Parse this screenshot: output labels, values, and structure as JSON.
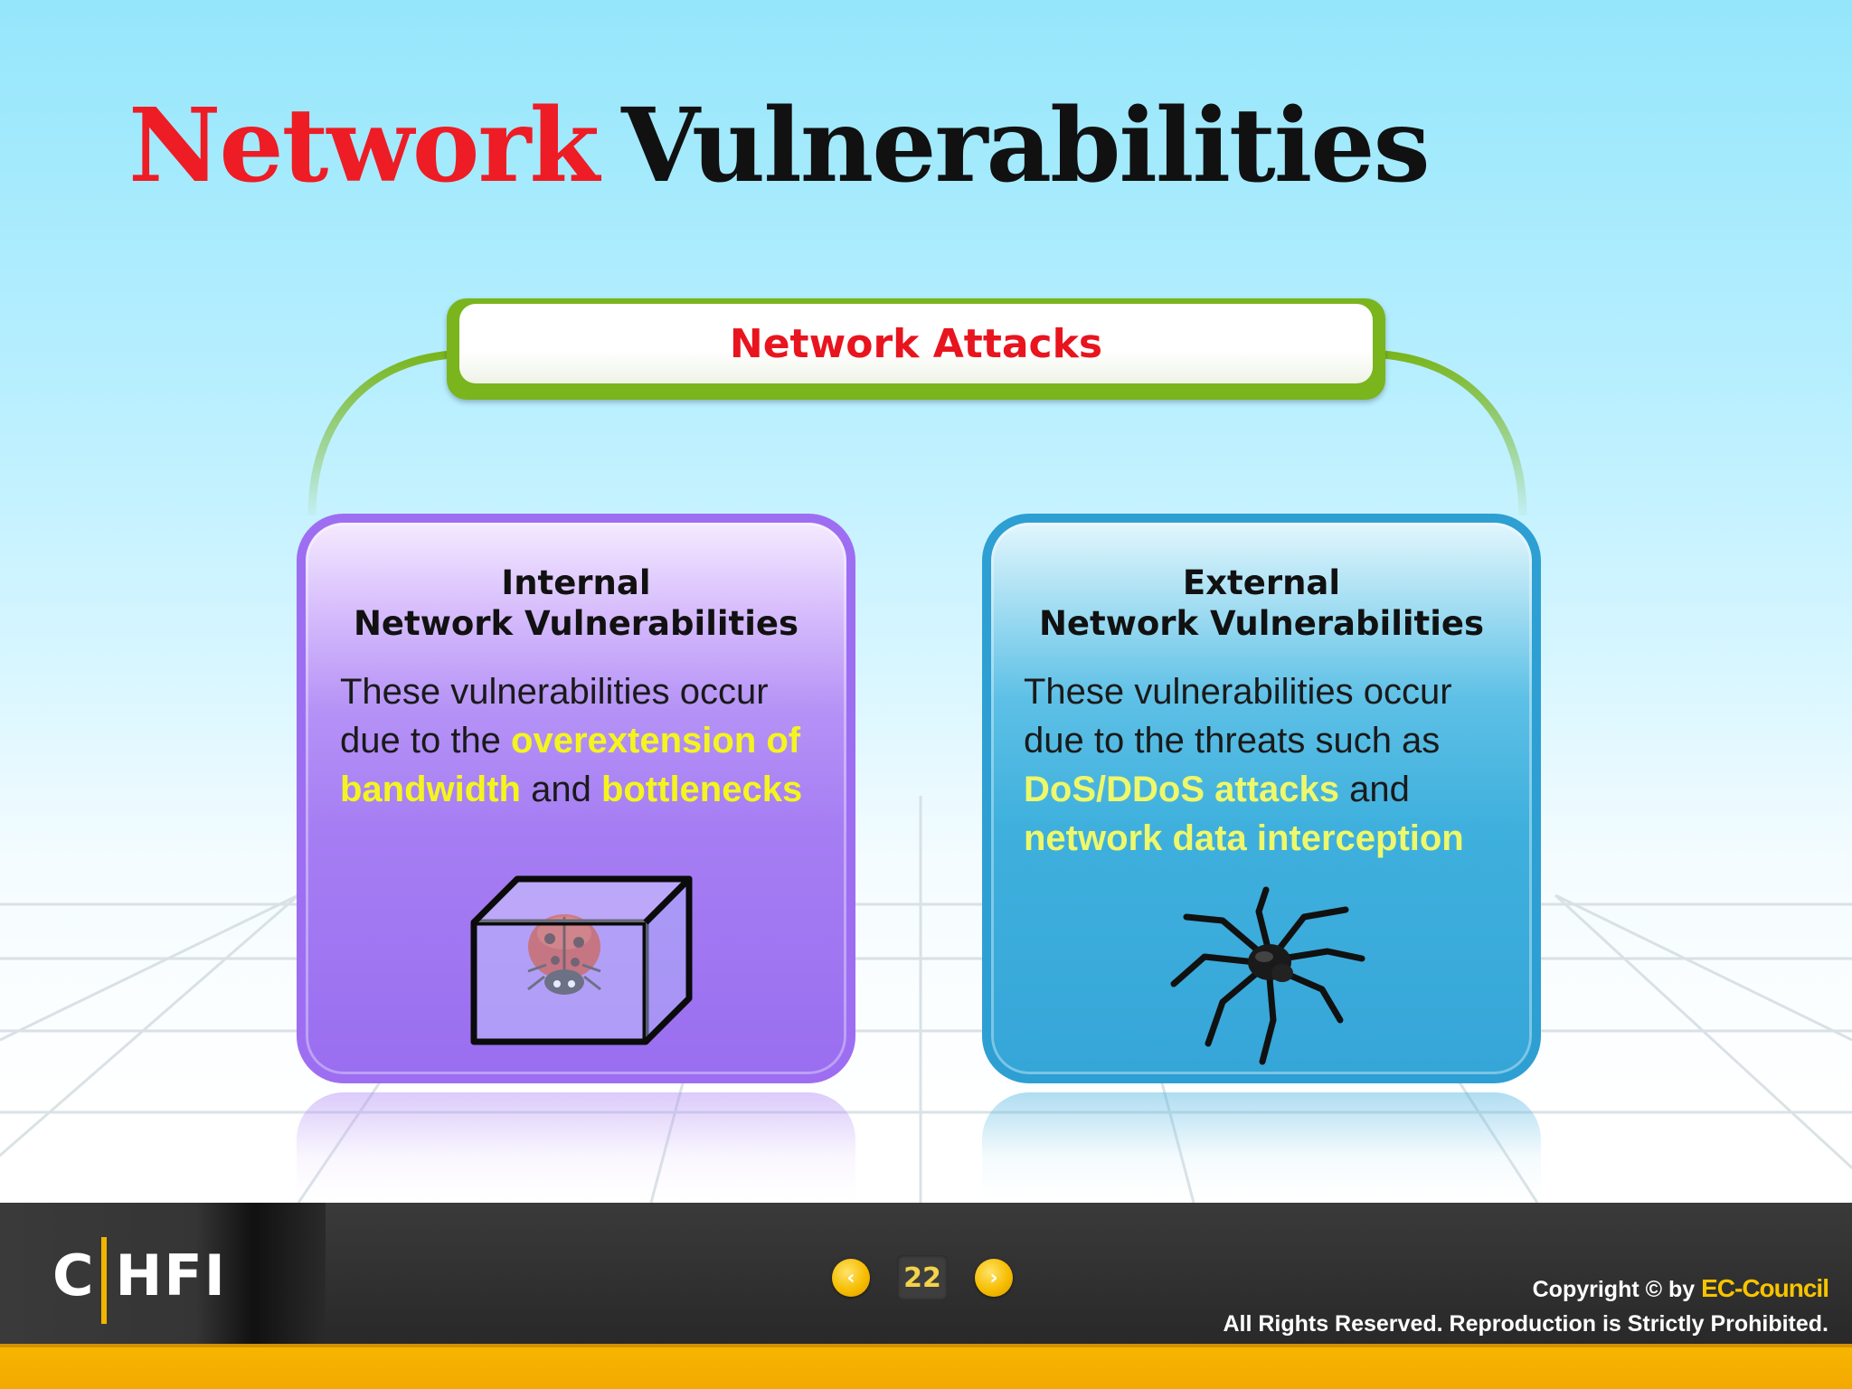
{
  "title": {
    "word_red": "Network",
    "word_black": "Vulnerabilities"
  },
  "header": {
    "label": "Network Attacks"
  },
  "cards": [
    {
      "heading_line1": "Internal",
      "heading_line2": "Network Vulnerabilities",
      "body_a": "These vulnerabilities occur due to the ",
      "highlight_1": "overextension of bandwidth",
      "body_b": " and ",
      "highlight_2": "bottlenecks",
      "icon": "ladybug-in-box-icon"
    },
    {
      "heading_line1": "External",
      "heading_line2": "Network Vulnerabilities",
      "body_a": "These vulnerabilities occur due to the threats such as ",
      "highlight_1": "DoS/DDoS attacks",
      "body_b": " and ",
      "highlight_2": "network data interception",
      "icon": "spider-icon"
    }
  ],
  "footer": {
    "logo_text": "CHFI",
    "logo_letter": "C",
    "logo_rest": "HFI",
    "page_number": "22",
    "prev_icon": "chevron-left-icon",
    "next_icon": "chevron-right-icon",
    "copyright_prefix": "Copyright © by ",
    "copyright_brand": "EC-Council",
    "rights": "All Rights Reserved. Reproduction is Strictly Prohibited."
  },
  "colors": {
    "title_red": "#ee1c24",
    "header_green": "#7ab51d",
    "internal_purple": "#9d6ef2",
    "external_blue": "#2d9fd3",
    "highlight_yellow": "#f5f51e",
    "footer_gold": "#f2a900"
  }
}
